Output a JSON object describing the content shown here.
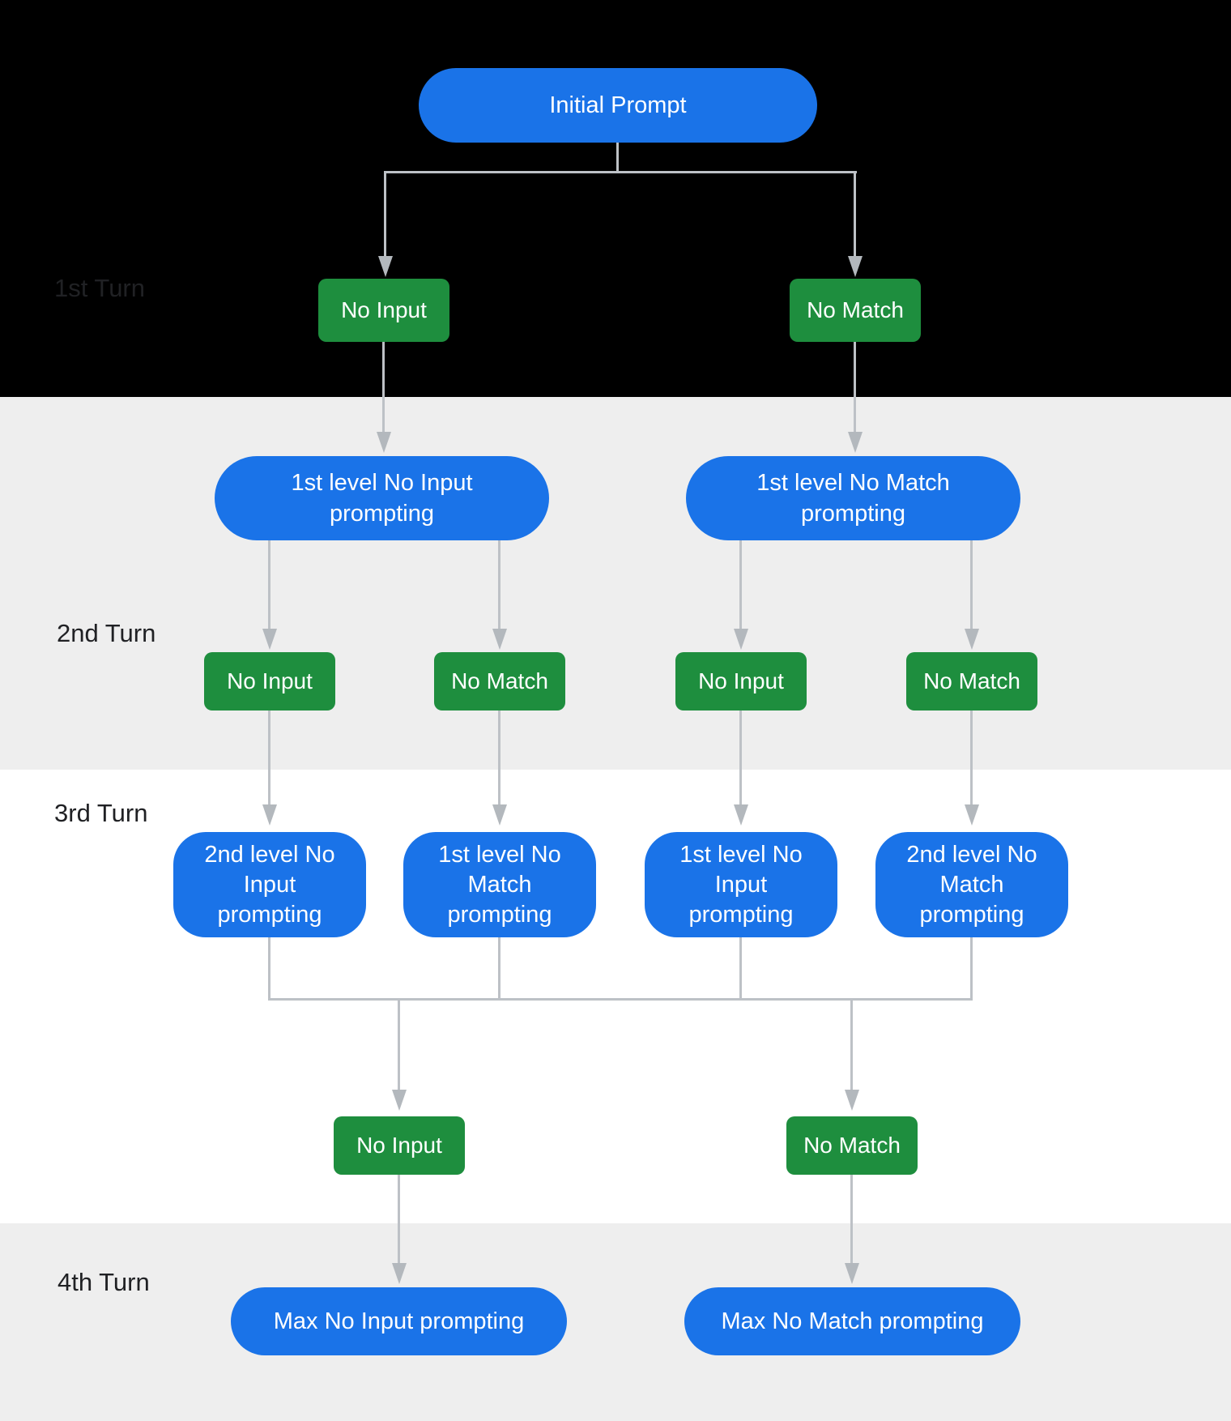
{
  "colors": {
    "node_blue": "#1a73e8",
    "node_green": "#1e8e3e",
    "line": "#bdc1c6",
    "arrowhead": "#b3b8bd",
    "label_text": "#202124",
    "band_black": "#000000",
    "band_gray": "#eeeeee",
    "band_white": "#ffffff",
    "node_text": "#ffffff"
  },
  "turns": {
    "t1": "1st Turn",
    "t2": "2nd Turn",
    "t3": "3rd Turn",
    "t4": "4th Turn"
  },
  "nodes": {
    "initial": "Initial Prompt",
    "t1_no_input": "No Input",
    "t1_no_match": "No Match",
    "l1_no_input_prompting": "1st level No Input\nprompting",
    "l1_no_match_prompting": "1st level No Match\nprompting",
    "t2_no_input_a": "No Input",
    "t2_no_match_a": "No Match",
    "t2_no_input_b": "No Input",
    "t2_no_match_b": "No Match",
    "l2_no_input_prompting": "2nd level No\nInput\nprompting",
    "l1_no_match_prompting_b": "1st level No\nMatch\nprompting",
    "l1_no_input_prompting_b": "1st level No\nInput\nprompting",
    "l2_no_match_prompting": "2nd level No\nMatch\nprompting",
    "t3_no_input": "No Input",
    "t3_no_match": "No Match",
    "max_no_input": "Max No Input prompting",
    "max_no_match": "Max No Match prompting"
  }
}
